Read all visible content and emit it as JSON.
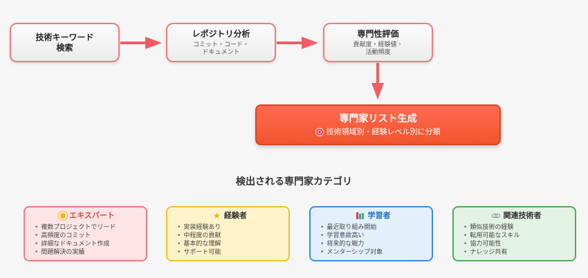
{
  "flow": {
    "step1": {
      "title": "技術キーワード\n検索",
      "sub": ""
    },
    "step2": {
      "title": "レポジトリ分析",
      "sub": "コミット・コード・\nドキュメント"
    },
    "step3": {
      "title": "専門性評価",
      "sub": "貢献度・経験値・\n活動頻度"
    },
    "result": {
      "title": "専門家リスト生成",
      "sub": "技術領域別・経験レベル別に分類",
      "icon": "target-icon"
    }
  },
  "section_title": "検出される専門家カテゴリ",
  "categories": [
    {
      "title": "エキスパート",
      "icon": "sun-icon",
      "items": [
        "複数プロジェクトでリード",
        "高頻度のコミット",
        "詳細なドキュメント作成",
        "問題解決の実績"
      ]
    },
    {
      "title": "経験者",
      "icon": "star-icon",
      "items": [
        "実装経験あり",
        "中程度の貢献",
        "基本的な理解",
        "サポート可能"
      ]
    },
    {
      "title": "学習者",
      "icon": "books-icon",
      "items": [
        "最近取り組み開始",
        "学習意欲高い",
        "将来的な戦力",
        "メンターシップ対象"
      ]
    },
    {
      "title": "関連技術者",
      "icon": "link-icon",
      "items": [
        "類似技術の経験",
        "転用可能なスキル",
        "協力可能性",
        "ナレッジ共有"
      ]
    }
  ],
  "colors": {
    "arrow": "#f25c64",
    "result_bg": "#f0552e",
    "expert": "#f07a80",
    "experienced": "#f2c12e",
    "learner": "#3a8de0",
    "related": "#4cae58"
  }
}
